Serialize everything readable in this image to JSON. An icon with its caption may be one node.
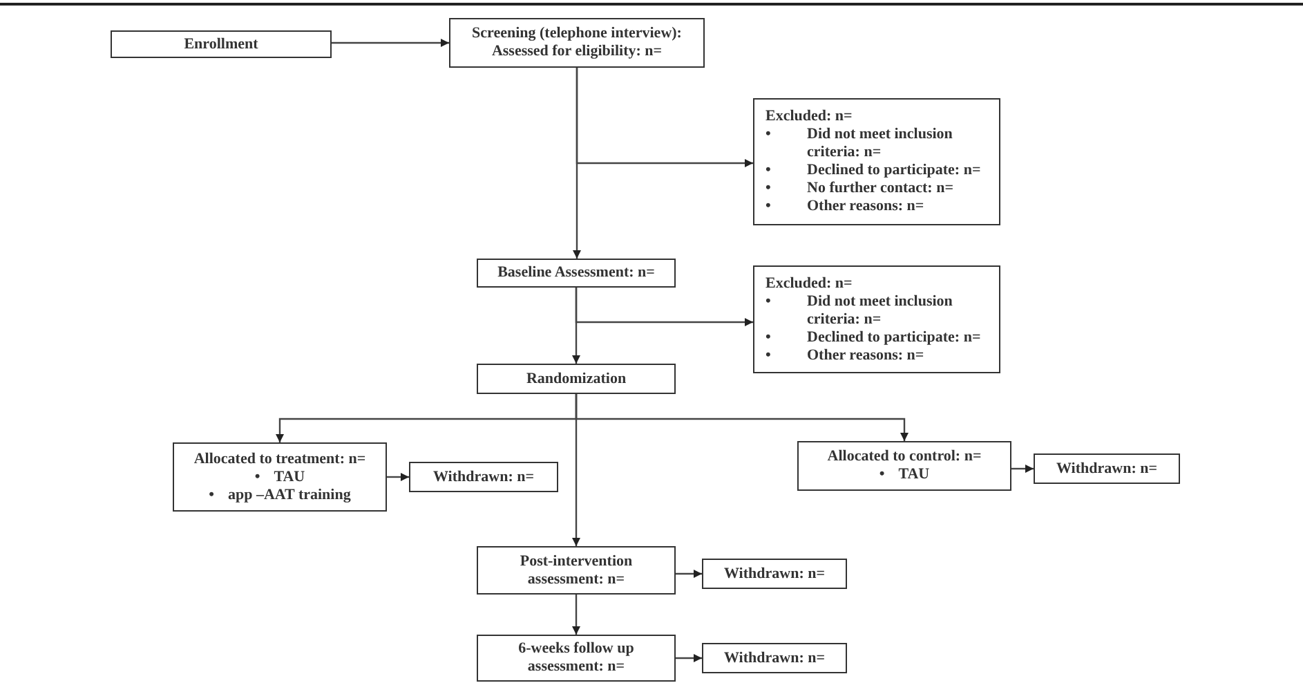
{
  "diagram": {
    "nodes": [
      {
        "text": [
          "Enrollment"
        ]
      },
      {
        "text": [
          "Screening (telephone interview): Assessed for eligibility: n="
        ]
      },
      {
        "text": [
          "Excluded: n=",
          "• Did not meet inclusion criteria: n=",
          "• Declined to participate: n=",
          "• No further contact: n=",
          "• Other reasons: n="
        ]
      },
      {
        "text": [
          "Baseline Assessment: n="
        ]
      },
      {
        "text": [
          "Excluded: n=",
          "• Did not meet inclusion criteria: n=",
          "• Declined to participate: n=",
          "• Other reasons: n="
        ]
      },
      {
        "text": [
          "Randomization"
        ]
      },
      {
        "text": [
          "Allocated to treatment: n=",
          "• TAU",
          "• app –AAT training"
        ]
      },
      {
        "text": [
          "Withdrawn: n="
        ]
      },
      {
        "text": [
          "Allocated to control: n=",
          "• TAU"
        ]
      },
      {
        "text": [
          "Withdrawn: n="
        ]
      },
      {
        "text": [
          "Post-intervention assessment: n="
        ]
      },
      {
        "text": [
          "Withdrawn: n="
        ]
      },
      {
        "text": [
          "6-weeks follow up assessment: n="
        ]
      },
      {
        "text": [
          "Withdrawn: n="
        ]
      }
    ],
    "edges": [
      {
        "from": 0,
        "to": 1,
        "arrow": "to"
      },
      {
        "from": 1,
        "to": 2,
        "arrow": "to"
      },
      {
        "from": 1,
        "to": 3,
        "arrow": "to"
      },
      {
        "from": 3,
        "to": 4,
        "arrow": "to"
      },
      {
        "from": 3,
        "to": 5,
        "arrow": "to"
      },
      {
        "from": 5,
        "to": 6,
        "arrow": "to"
      },
      {
        "from": 5,
        "to": 8,
        "arrow": "to"
      },
      {
        "from": 5,
        "to": 10,
        "arrow": "to"
      },
      {
        "from": 6,
        "to": 7,
        "arrow": "to"
      },
      {
        "from": 8,
        "to": 9,
        "arrow": "to"
      },
      {
        "from": 10,
        "to": 11,
        "arrow": "to"
      },
      {
        "from": 10,
        "to": 12,
        "arrow": "to"
      },
      {
        "from": 12,
        "to": 13,
        "arrow": "to"
      }
    ]
  }
}
